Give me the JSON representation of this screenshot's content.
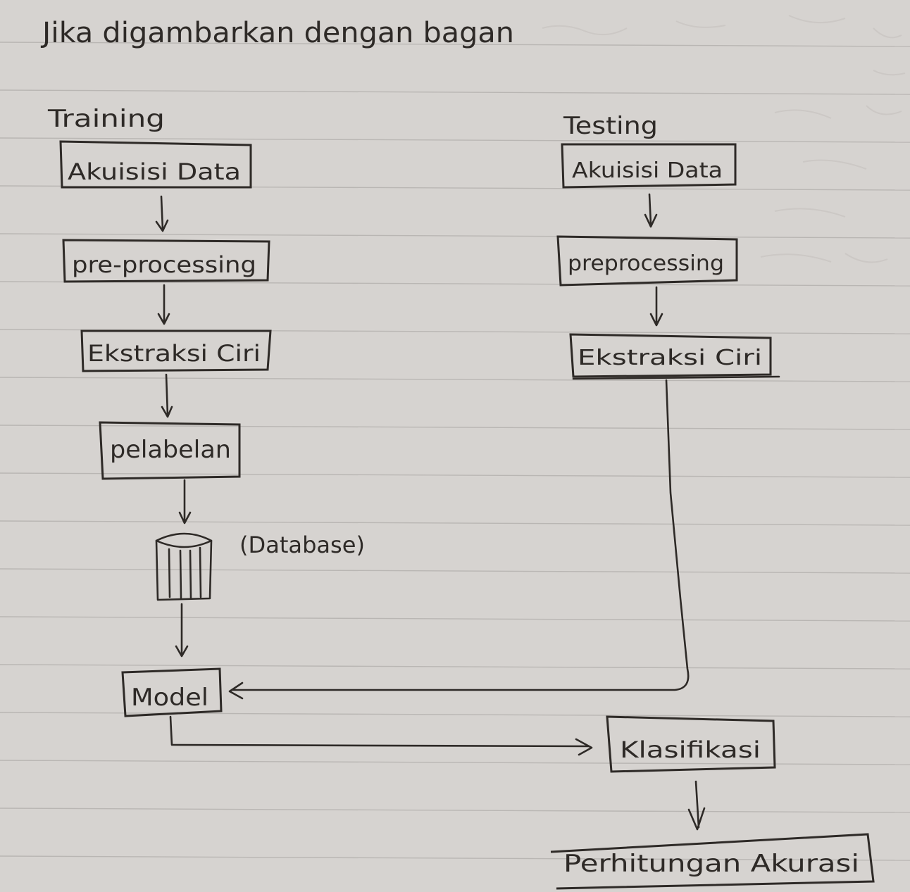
{
  "heading": "Jika digambarkan dengan bagan",
  "training": {
    "label": "Training",
    "steps": [
      "Akuisisi Data",
      "pre-processing",
      "Ekstraksi Ciri",
      "pelabelan"
    ],
    "database_label": "(Database)",
    "model_label": "Model"
  },
  "testing": {
    "label": "Testing",
    "steps": [
      "Akuisisi Data",
      "preprocessing",
      "Ekstraksi Ciri"
    ]
  },
  "klasifikasi_label": "Klasifikasi",
  "akurasi_label": "Perhitungan Akurasi",
  "colors": {
    "ink": "#2e2a27",
    "paper": "#d6d3d0",
    "rule": "#b9b6b3"
  }
}
